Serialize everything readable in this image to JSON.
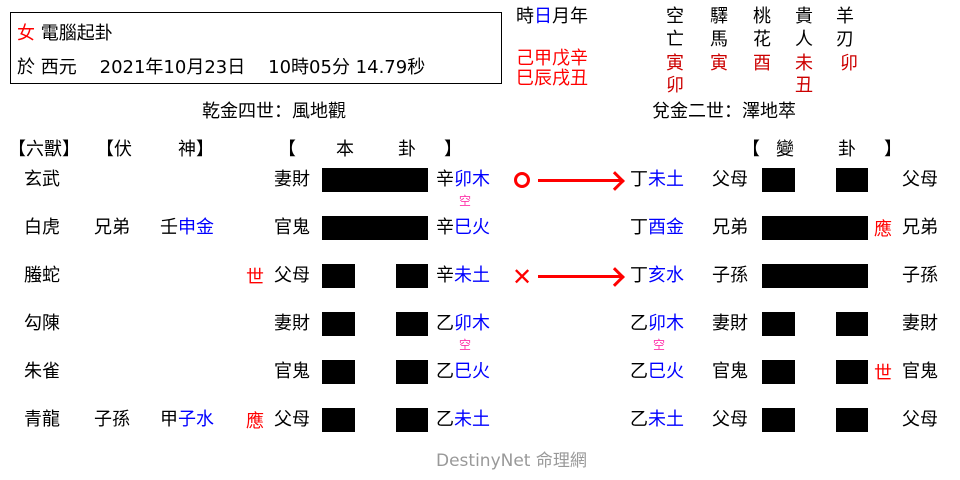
{
  "header": {
    "gender": "女",
    "title": "電腦起卦",
    "date_prefix": "於 西元",
    "date": "2021年10月23日",
    "time": "10時05分 14.79秒"
  },
  "pillars": {
    "labels": {
      "hour": "時",
      "day": "日",
      "month": "月",
      "year": "年"
    },
    "stems": "己甲戊辛",
    "branches": "巳辰戌丑"
  },
  "shensha": {
    "columns": [
      {
        "label1": "空",
        "label2": "亡",
        "values": [
          "寅",
          "卯"
        ]
      },
      {
        "label1": "驛",
        "label2": "馬",
        "values": [
          "寅"
        ]
      },
      {
        "label1": "桃",
        "label2": "花",
        "values": [
          "酉"
        ]
      },
      {
        "label1": "貴",
        "label2": "人",
        "values": [
          "未",
          "丑"
        ]
      },
      {
        "label1": "羊",
        "label2": "刃",
        "values": [
          "卯"
        ]
      }
    ]
  },
  "main_hexagram": {
    "palace_title": "乾金四世：風地觀",
    "header": [
      "【",
      "本",
      "卦",
      "】"
    ]
  },
  "changed_hexagram": {
    "palace_title": "兌金二世：澤地萃",
    "header": [
      "【",
      "變",
      "卦",
      "】"
    ]
  },
  "column_headers": {
    "six_beasts": "【六獸】",
    "hidden_god": "【伏",
    "hidden_god2": "神】"
  },
  "lines": [
    {
      "beast": "玄武",
      "hidden_rel": "",
      "hidden_stem": "",
      "hidden_branch": "",
      "shi_ying": "",
      "relation": "妻財",
      "yang": true,
      "stem": "辛",
      "branch": "卯木",
      "kong": "空",
      "mark": "O",
      "c_stem": "丁",
      "c_branch": "未土",
      "c_kong": "",
      "c_relation": "父母",
      "c_yang": false,
      "c_shi_ying": "",
      "c_relation2": "父母"
    },
    {
      "beast": "白虎",
      "hidden_rel": "兄弟",
      "hidden_stem": "壬",
      "hidden_branch": "申金",
      "shi_ying": "",
      "relation": "官鬼",
      "yang": true,
      "stem": "辛",
      "branch": "巳火",
      "kong": "",
      "mark": "",
      "c_stem": "丁",
      "c_branch": "酉金",
      "c_kong": "",
      "c_relation": "兄弟",
      "c_yang": true,
      "c_shi_ying": "應",
      "c_relation2": "兄弟"
    },
    {
      "beast": "螣蛇",
      "hidden_rel": "",
      "hidden_stem": "",
      "hidden_branch": "",
      "shi_ying": "世",
      "relation": "父母",
      "yang": false,
      "stem": "辛",
      "branch": "未土",
      "kong": "",
      "mark": "X",
      "c_stem": "丁",
      "c_branch": "亥水",
      "c_kong": "",
      "c_relation": "子孫",
      "c_yang": true,
      "c_shi_ying": "",
      "c_relation2": "子孫"
    },
    {
      "beast": "勾陳",
      "hidden_rel": "",
      "hidden_stem": "",
      "hidden_branch": "",
      "shi_ying": "",
      "relation": "妻財",
      "yang": false,
      "stem": "乙",
      "branch": "卯木",
      "kong": "空",
      "mark": "",
      "c_stem": "乙",
      "c_branch": "卯木",
      "c_kong": "空",
      "c_relation": "妻財",
      "c_yang": false,
      "c_shi_ying": "",
      "c_relation2": "妻財"
    },
    {
      "beast": "朱雀",
      "hidden_rel": "",
      "hidden_stem": "",
      "hidden_branch": "",
      "shi_ying": "",
      "relation": "官鬼",
      "yang": false,
      "stem": "乙",
      "branch": "巳火",
      "kong": "",
      "mark": "",
      "c_stem": "乙",
      "c_branch": "巳火",
      "c_kong": "",
      "c_relation": "官鬼",
      "c_yang": false,
      "c_shi_ying": "世",
      "c_relation2": "官鬼"
    },
    {
      "beast": "青龍",
      "hidden_rel": "子孫",
      "hidden_stem": "甲",
      "hidden_branch": "子水",
      "shi_ying": "應",
      "relation": "父母",
      "yang": false,
      "stem": "乙",
      "branch": "未土",
      "kong": "",
      "mark": "",
      "c_stem": "乙",
      "c_branch": "未土",
      "c_kong": "",
      "c_relation": "父母",
      "c_yang": false,
      "c_shi_ying": "",
      "c_relation2": "父母"
    }
  ],
  "footer": {
    "brand": "DestinyNet 命理網"
  },
  "colors": {
    "red": "#ff0000",
    "blue": "#0000ff",
    "dark_red": "#cc0000",
    "pink": "#ff33aa",
    "gray": "#999999"
  }
}
